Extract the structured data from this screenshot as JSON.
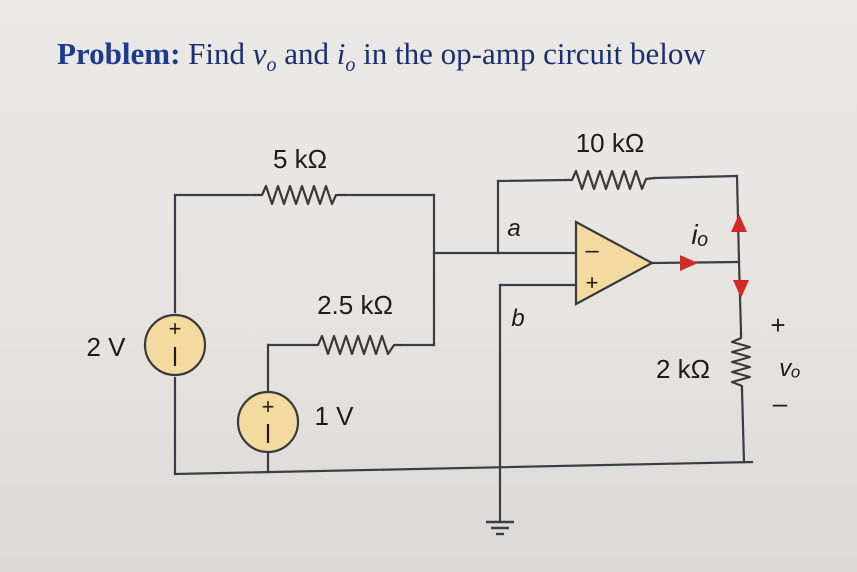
{
  "problem": {
    "label": "Problem:",
    "text_part1": "Find",
    "vo_base": "v",
    "vo_sub": "o",
    "text_part2": "and",
    "io_base": "i",
    "io_sub": "o",
    "text_part3": "in the op-amp circuit below"
  },
  "circuit": {
    "r_5k": "5 kΩ",
    "r_10k": "10 kΩ",
    "r_2_5k": "2.5 kΩ",
    "r_2k": "2 kΩ",
    "v_2v": "2 V",
    "v_1v": "1 V",
    "node_a": "a",
    "node_b": "b",
    "current_label": "iₒ",
    "output_voltage": "vₒ",
    "plus_sign": "+",
    "minus_sign": "–",
    "opamp_inv": "–",
    "opamp_noninv": "+"
  },
  "colors": {
    "title_blue": "#1e3a8a",
    "source_fill": "#f3dba0",
    "opamp_fill": "#f3dba0",
    "arrow_red": "#d12a2a",
    "wire": "#3b3d44"
  }
}
